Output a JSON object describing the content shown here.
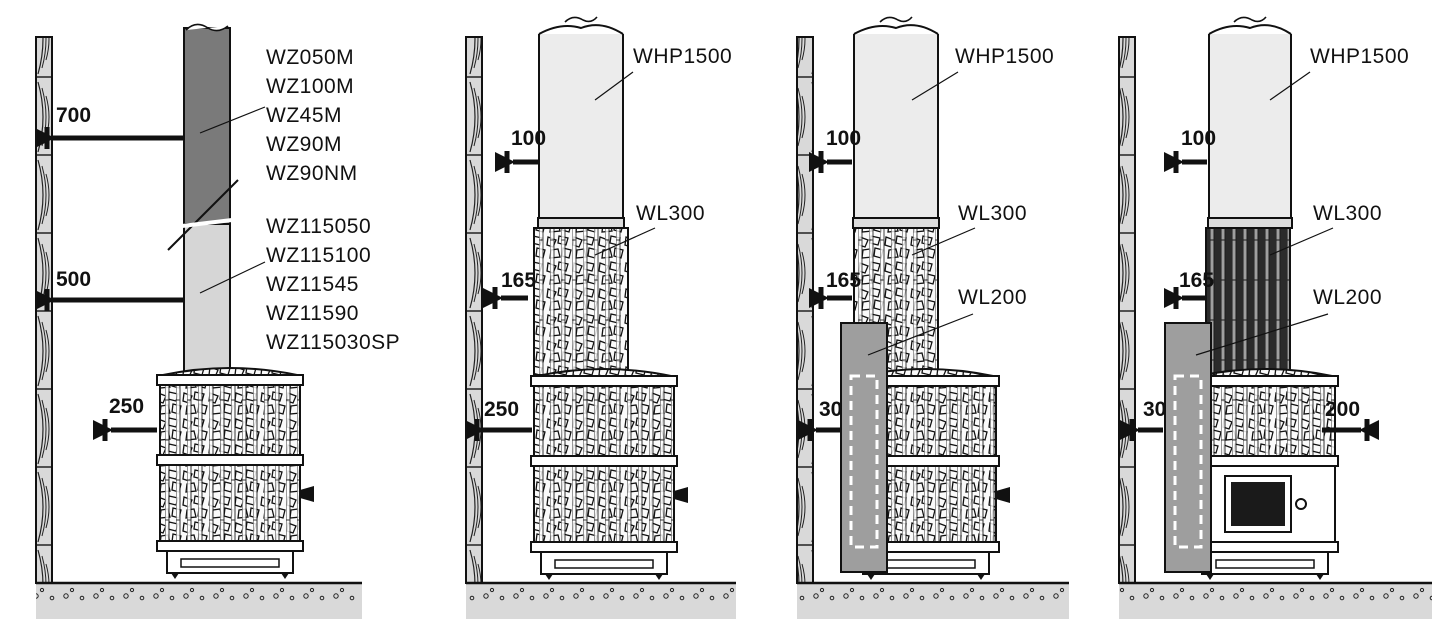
{
  "panels": [
    {
      "models": [
        "WZ050M",
        "WZ100M",
        "WZ45M",
        "WZ90M",
        "WZ90NM"
      ],
      "models_b": [
        "WZ115050",
        "WZ115100",
        "WZ11545",
        "WZ11590",
        "WZ115030SP"
      ],
      "clearances": [
        "700",
        "500",
        "250"
      ]
    },
    {
      "labels": [
        "WHP1500",
        "WL300"
      ],
      "clearances": [
        "100",
        "165",
        "250"
      ]
    },
    {
      "labels": [
        "WHP1500",
        "WL300",
        "WL200"
      ],
      "clearances": [
        "100",
        "165",
        "30"
      ]
    },
    {
      "labels": [
        "WHP1500",
        "WL300",
        "WL200"
      ],
      "clearances": [
        "100",
        "165",
        "30",
        "200"
      ]
    }
  ]
}
